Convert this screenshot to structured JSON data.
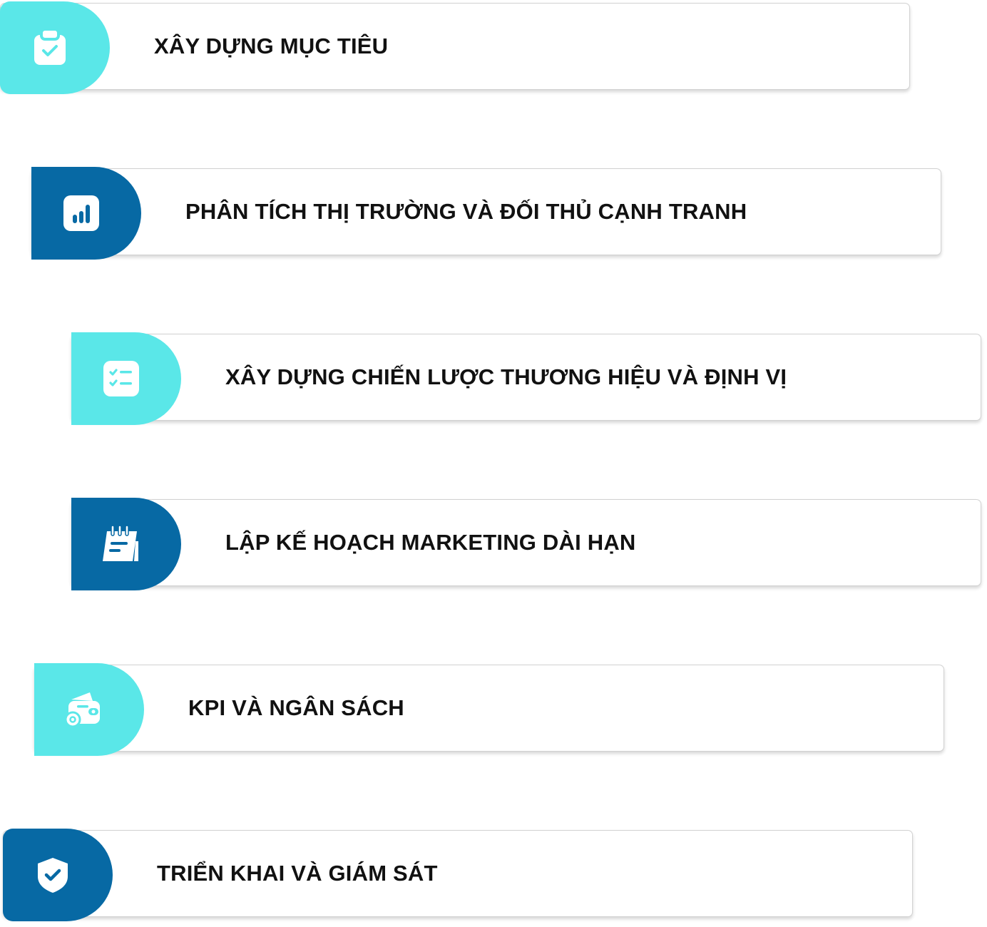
{
  "colors": {
    "teal": "#5ae7e8",
    "blue": "#0769a4",
    "text": "#111111",
    "card_border": "#d2d2d2"
  },
  "steps": [
    {
      "label": "XÂY DỰNG MỤC TIÊU",
      "icon": "clipboard-check-icon",
      "color": "teal"
    },
    {
      "label": "PHÂN TÍCH THỊ TRƯỜNG VÀ ĐỐI THỦ CẠNH TRANH",
      "icon": "bar-chart-icon",
      "color": "blue"
    },
    {
      "label": "XÂY DỰNG CHIẾN LƯỢC THƯƠNG HIỆU VÀ ĐỊNH VỊ",
      "icon": "checklist-icon",
      "color": "teal"
    },
    {
      "label": "LẬP KẾ HOẠCH MARKETING DÀI HẠN",
      "icon": "calendar-note-icon",
      "color": "blue"
    },
    {
      "label": "KPI VÀ NGÂN SÁCH",
      "icon": "wallet-money-icon",
      "color": "teal"
    },
    {
      "label": "TRIỂN KHAI VÀ GIÁM SÁT",
      "icon": "shield-check-icon",
      "color": "blue"
    }
  ]
}
